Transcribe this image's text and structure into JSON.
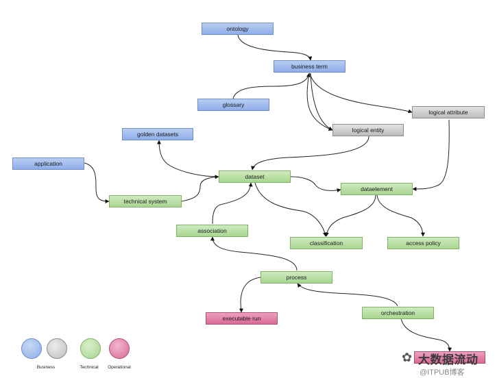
{
  "nodes": {
    "ontology": "ontology",
    "business_term": "business term",
    "glossary": "glossary",
    "logical_attribute": "logical attribute",
    "logical_entity": "logical entity",
    "golden_datasets": "golden datasets",
    "application": "application",
    "dataset": "dataset",
    "technical_system": "technical system",
    "dataelement": "dataelement",
    "association": "association",
    "classification": "classification",
    "access_policy": "access policy",
    "process": "process",
    "executable_run": "executable run",
    "orchestration": "orchestration"
  },
  "legend": {
    "business": "Business",
    "technical": "Technical",
    "operational": "Operational"
  },
  "category_colors": {
    "business": "#8eadea",
    "business_secondary": "#bdbdbd",
    "technical": "#a8d690",
    "operational": "#d86a97"
  },
  "watermark": {
    "main": "大数据流动",
    "sub": "@ITPUB博客"
  }
}
